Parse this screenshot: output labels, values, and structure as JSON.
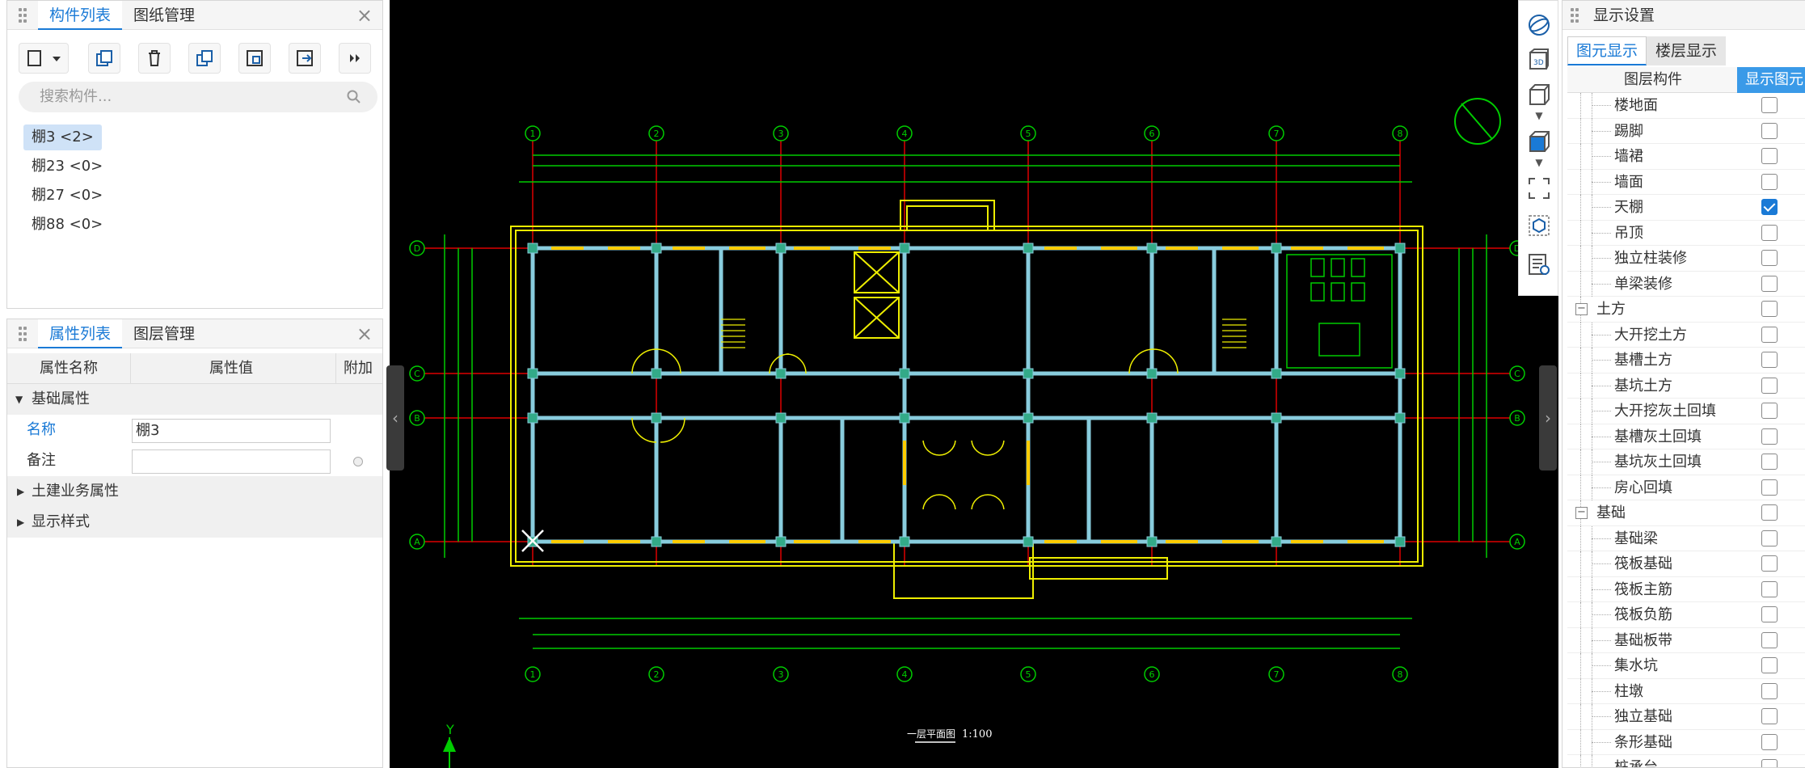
{
  "left_top_panel": {
    "tabs": [
      "构件列表",
      "图纸管理"
    ],
    "search_placeholder": "搜索构件...",
    "components": [
      "棚3 <2>",
      "棚23 <0>",
      "棚27 <0>",
      "棚88 <0>"
    ],
    "toolbar_icons": [
      "new-icon",
      "copy-icon",
      "delete-icon",
      "duplicate-icon",
      "layer-copy-icon",
      "export-icon",
      "more-icon"
    ]
  },
  "left_bottom_panel": {
    "tabs": [
      "属性列表",
      "图层管理"
    ],
    "headers": [
      "属性名称",
      "属性值",
      "附加"
    ],
    "section_basic": "基础属性",
    "name_label": "名称",
    "name_value": "棚3",
    "note_label": "备注",
    "note_value": "",
    "groups": [
      "土建业务属性",
      "显示样式"
    ]
  },
  "view_toolbar": {
    "icons": [
      "sphere-icon",
      "3d-view-icon",
      "cube-icon",
      "cube-dropdown-icon",
      "solid-cube-icon",
      "solid-dropdown-icon",
      "fit-view-icon",
      "box-select-icon",
      "report-view-icon"
    ]
  },
  "right_panel": {
    "title": "显示设置",
    "tabs": [
      "图元显示",
      "楼层显示"
    ],
    "headers": [
      "图层构件",
      "显示图元"
    ],
    "rows": [
      {
        "label": "楼地面",
        "level": 2,
        "checked": false
      },
      {
        "label": "踢脚",
        "level": 2,
        "checked": false
      },
      {
        "label": "墙裙",
        "level": 2,
        "checked": false
      },
      {
        "label": "墙面",
        "level": 2,
        "checked": false
      },
      {
        "label": "天棚",
        "level": 2,
        "checked": true
      },
      {
        "label": "吊顶",
        "level": 2,
        "checked": false
      },
      {
        "label": "独立柱装修",
        "level": 2,
        "checked": false
      },
      {
        "label": "单梁装修",
        "level": 2,
        "checked": false
      },
      {
        "label": "土方",
        "level": 1,
        "checked": false
      },
      {
        "label": "大开挖土方",
        "level": 2,
        "checked": false
      },
      {
        "label": "基槽土方",
        "level": 2,
        "checked": false
      },
      {
        "label": "基坑土方",
        "level": 2,
        "checked": false
      },
      {
        "label": "大开挖灰土回填",
        "level": 2,
        "checked": false
      },
      {
        "label": "基槽灰土回填",
        "level": 2,
        "checked": false
      },
      {
        "label": "基坑灰土回填",
        "level": 2,
        "checked": false
      },
      {
        "label": "房心回填",
        "level": 2,
        "checked": false
      },
      {
        "label": "基础",
        "level": 1,
        "checked": false
      },
      {
        "label": "基础梁",
        "level": 2,
        "checked": false
      },
      {
        "label": "筏板基础",
        "level": 2,
        "checked": false
      },
      {
        "label": "筏板主筋",
        "level": 2,
        "checked": false
      },
      {
        "label": "筏板负筋",
        "level": 2,
        "checked": false
      },
      {
        "label": "基础板带",
        "level": 2,
        "checked": false
      },
      {
        "label": "集水坑",
        "level": 2,
        "checked": false
      },
      {
        "label": "柱墩",
        "level": 2,
        "checked": false
      },
      {
        "label": "独立基础",
        "level": 2,
        "checked": false
      },
      {
        "label": "条形基础",
        "level": 2,
        "checked": false
      },
      {
        "label": "桩承台",
        "level": 2,
        "checked": false
      }
    ]
  },
  "drawing": {
    "grid_labels_x": [
      "1",
      "2",
      "3",
      "4",
      "5",
      "6",
      "7",
      "8"
    ],
    "grid_labels_y": [
      "D",
      "C",
      "B",
      "A"
    ],
    "title": "一层平面图",
    "scale": "1:100",
    "axis_y": "Y"
  }
}
